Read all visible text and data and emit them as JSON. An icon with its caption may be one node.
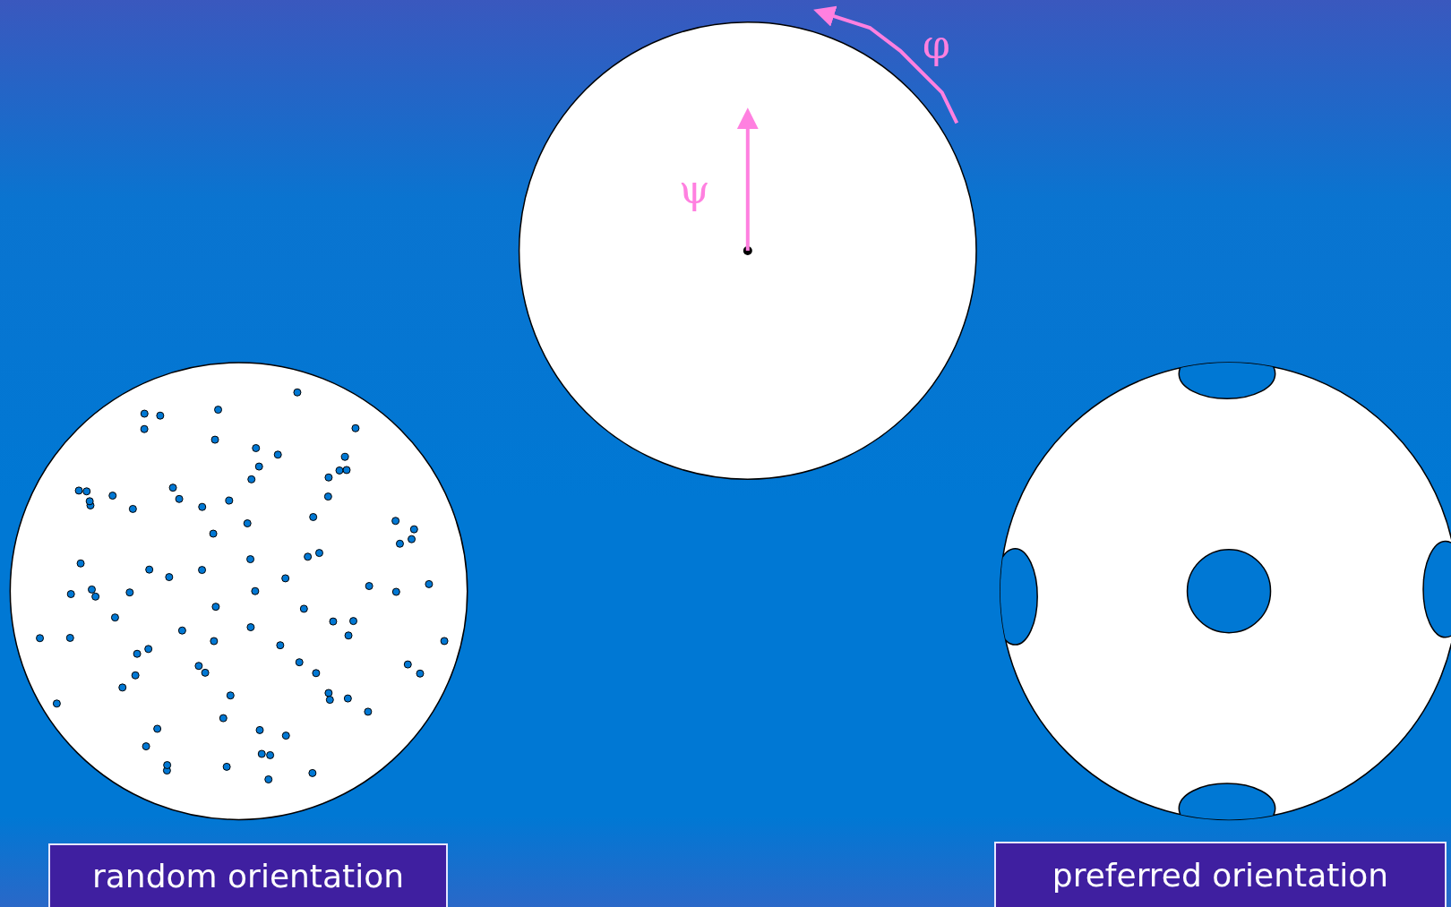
{
  "diagram": {
    "nodes": [
      {
        "text": [
          "random orientation"
        ]
      },
      {
        "text": [
          "preferred orientation"
        ]
      }
    ],
    "labels": [
      "ψ",
      "φ"
    ]
  }
}
